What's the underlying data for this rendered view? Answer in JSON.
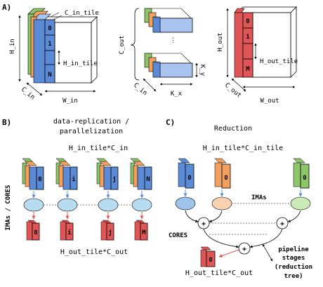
{
  "panel_a": {
    "label": "A)",
    "input_tensor": {
      "c_in_tile": "C_in_tile",
      "h_in": "H_in",
      "h_in_tile": "H_in_tile",
      "c_in": "C_in",
      "w_in": "W_in",
      "slices": [
        "0",
        "1",
        "N"
      ]
    },
    "kernels": {
      "c_out": "C_out",
      "c_in": "C_in",
      "k_x": "K_x",
      "k_y": "K_y"
    },
    "output_tensor": {
      "h_out": "H_out",
      "h_out_tile": "H_out_tile",
      "c_out": "C_out",
      "w_out": "W_out",
      "slices": [
        "0",
        "1",
        "M"
      ]
    }
  },
  "panel_b": {
    "label": "B)",
    "title_line1": "data-replication /",
    "title_line2": "parallelization",
    "top_label": "H_in_tile*C_in",
    "side_label": "IMAs / CORES",
    "bottom_label": "H_out_tile*C_out",
    "input_tiles": [
      "0",
      "i",
      "j",
      "N"
    ],
    "output_tiles": [
      "0",
      "i",
      "j",
      "M"
    ]
  },
  "panel_c": {
    "label": "C)",
    "title": "Reduction",
    "top_label": "H_in_tile*C_in_tile",
    "input_tiles": [
      "0",
      "0",
      "0"
    ],
    "imas_label": "IMAs",
    "cores_label": "CORES",
    "adder_symbol": "+",
    "output_tile": "0",
    "bottom_label": "H_out_tile*C_out",
    "pipeline_line1": "pipeline",
    "pipeline_line2": "stages",
    "pipeline_line3": "(reduction",
    "pipeline_line4": "tree)"
  },
  "colors": {
    "blue": "#5b8bd6",
    "blue_light": "#a9c4ee",
    "green": "#8cc56a",
    "orange": "#f0a060",
    "red": "#e05555",
    "red_light": "#f0a0a0",
    "ima_ellipse": "#b8dcef",
    "arrow_blue": "#5b8bd6",
    "arrow_red": "#e05555"
  }
}
